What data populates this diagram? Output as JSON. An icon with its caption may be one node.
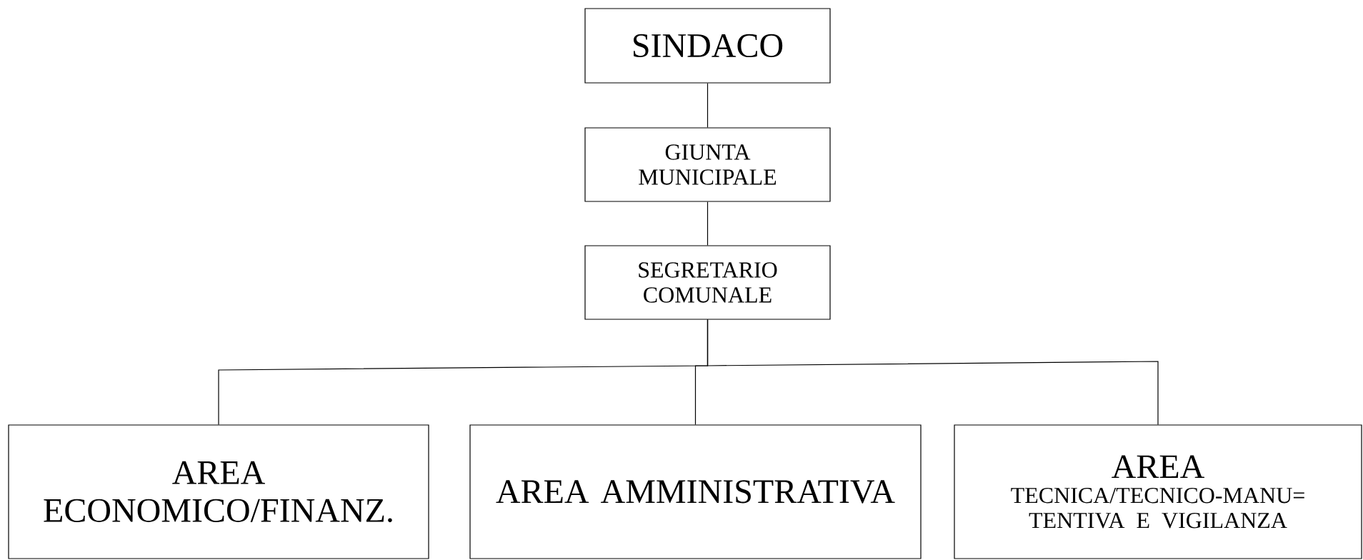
{
  "diagram": {
    "nodes": [
      {
        "text": [
          "SINDACO"
        ]
      },
      {
        "text": [
          "GIUNTA MUNICIPALE"
        ]
      },
      {
        "text": [
          "SEGRETARIO COMUNALE"
        ]
      },
      {
        "text": [
          "AREA ECONOMICO/FINANZ."
        ]
      },
      {
        "text": [
          "AREA AMMINISTRATIVA"
        ]
      },
      {
        "text": [
          "AREA",
          "TECNICA/TECNICO-MANU= TENTIVA E VIGILANZA"
        ]
      }
    ],
    "edges": [
      {
        "from": 0,
        "to": 1,
        "arrow": "none"
      },
      {
        "from": 1,
        "to": 2,
        "arrow": "none"
      },
      {
        "from": 2,
        "to": 3,
        "arrow": "none"
      },
      {
        "from": 2,
        "to": 4,
        "arrow": "none"
      },
      {
        "from": 2,
        "to": 5,
        "arrow": "none"
      }
    ]
  }
}
